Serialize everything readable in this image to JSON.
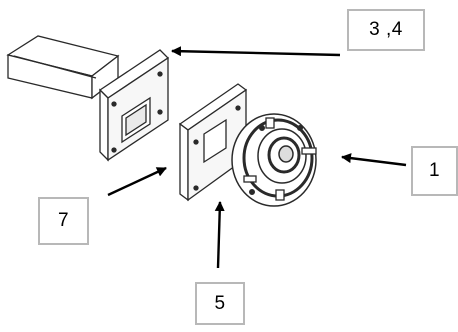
{
  "callouts": {
    "label_3_4": "3 ,4",
    "label_1": "1",
    "label_7": "7",
    "label_5": "5"
  },
  "colors": {
    "stroke": "#2a2a2a",
    "box_border": "#b8b8b8",
    "arrow": "#000000"
  },
  "icons": [
    "arrow-icon"
  ]
}
